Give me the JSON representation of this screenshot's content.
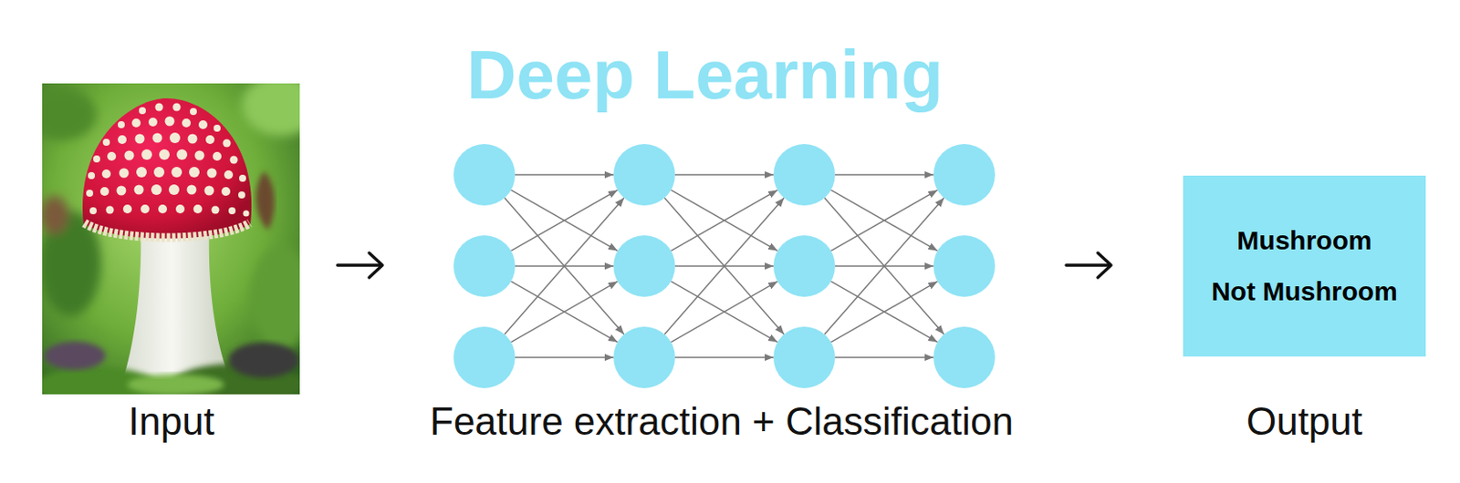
{
  "diagram": {
    "title": "Deep Learning",
    "nodes": [
      {
        "text": [
          "Mushroom",
          "Not Mushroom"
        ]
      }
    ],
    "labels": [
      "Input",
      "Feature extraction + Classification",
      "Output"
    ]
  }
}
